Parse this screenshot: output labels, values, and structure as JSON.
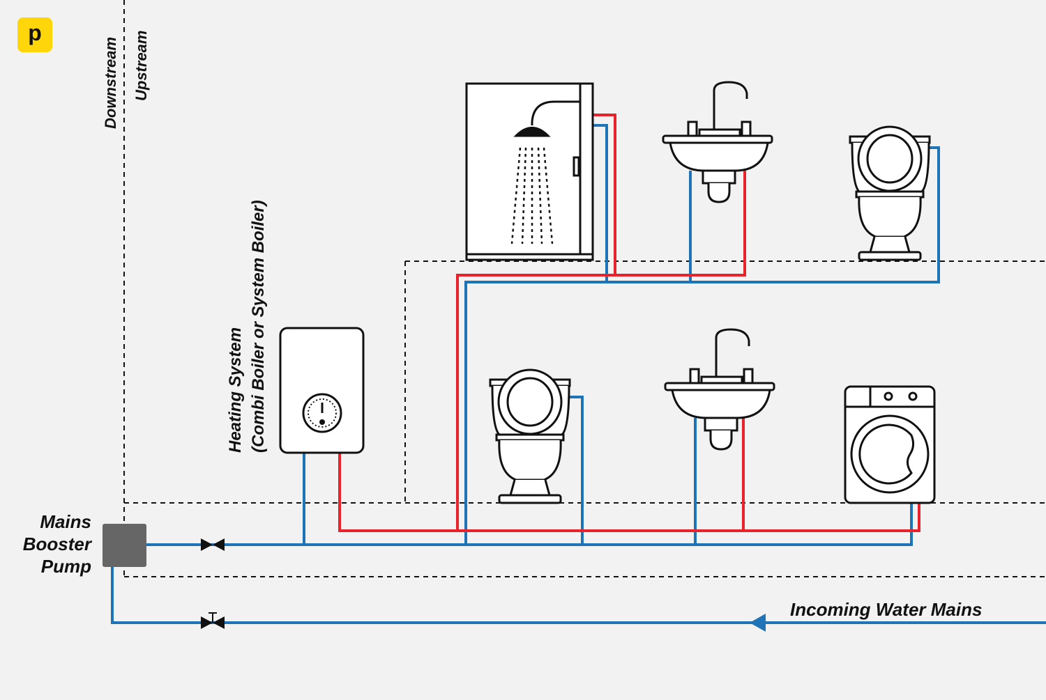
{
  "brand": {
    "logo_letter": "p",
    "logo_color": "#ffd60a"
  },
  "labels": {
    "downstream": "Downstream",
    "upstream": "Upstream",
    "heating_line1": "Heating System",
    "heating_line2": "(Combi Boiler or System Boiler)",
    "pump_line1": "Mains",
    "pump_line2": "Booster",
    "pump_line3": "Pump",
    "incoming": "Incoming Water Mains"
  },
  "colors": {
    "background": "#f2f2f2",
    "cold_pipe": "#1f73b7",
    "hot_pipe": "#e8232b",
    "pump": "#666666",
    "outline": "#111111"
  },
  "fixtures": {
    "upper_floor": [
      "shower",
      "basin",
      "toilet"
    ],
    "ground_floor": [
      "toilet",
      "basin",
      "washing-machine"
    ],
    "appliance": "boiler"
  }
}
